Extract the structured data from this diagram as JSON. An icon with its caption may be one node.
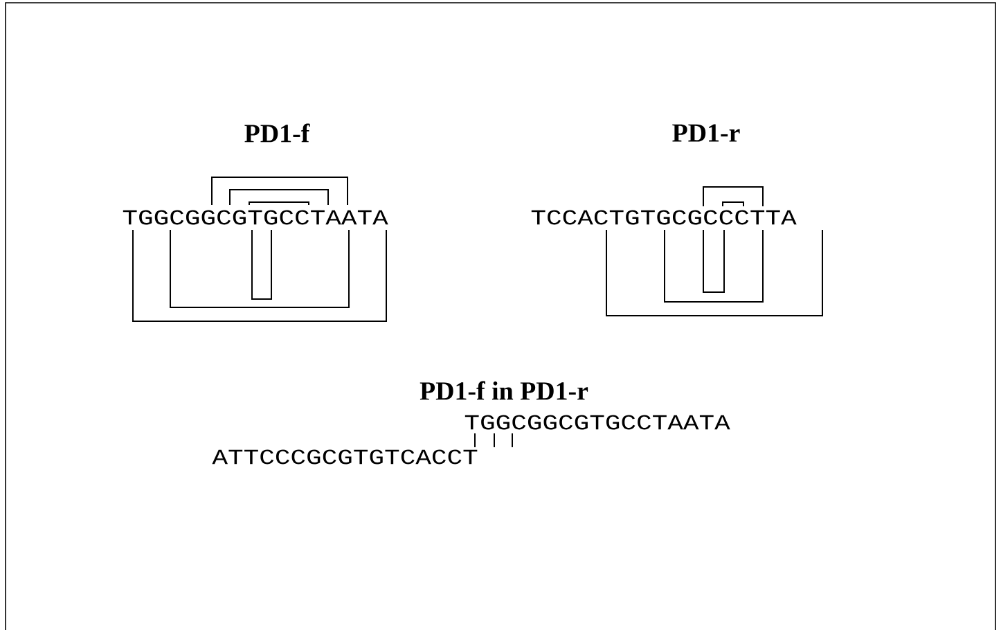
{
  "diagram": {
    "labels": [
      "PD1-f",
      "PD1-r",
      "TGGCGGCGTGCCTAATA",
      "TCCACTGTGCGCCCTTA",
      "PD1-f in PD1-r",
      "TGGCGGCGTGCCTAATA",
      "ATTCCCGCGTGTCACCT"
    ]
  }
}
